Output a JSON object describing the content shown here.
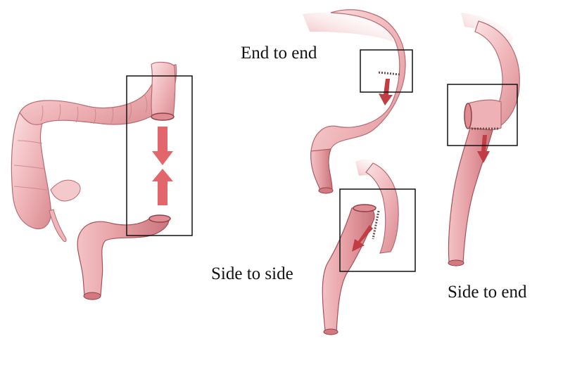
{
  "labels": {
    "end_to_end": "End to end",
    "side_to_side": "Side to side",
    "side_to_end": "Side to end"
  },
  "colors": {
    "tissue_light": "#f6d2d4",
    "tissue_mid": "#e8a5a8",
    "tissue_dark": "#c9757c",
    "outline": "#a85058",
    "rectum": "#d88a8f",
    "arrow": "#e0555a",
    "box": "#111111",
    "staple": "#6b4a4e"
  },
  "icons": [
    "colon-full",
    "anastomosis-arrow-down",
    "anastomosis-arrow-up",
    "staple-line"
  ]
}
